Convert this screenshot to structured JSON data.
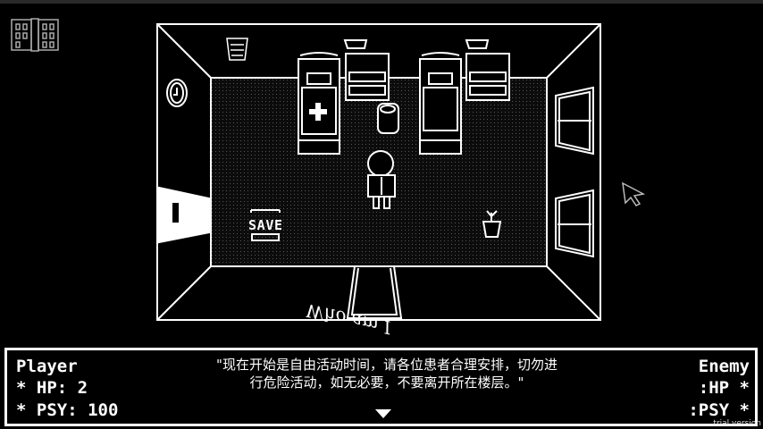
{
  "hud": {
    "menu_icon": "book-grid-icon"
  },
  "room": {
    "floor_text": "Who am I",
    "save_point_label": "SAVE"
  },
  "dialog": {
    "player": {
      "name": "Player",
      "hp": "* HP: 2",
      "psy": "* PSY: 100"
    },
    "enemy": {
      "name": "Enemy",
      "hp": ":HP *",
      "psy": ":PSY *"
    },
    "message_line1": "\"现在开始是自由活动时间，请各位患者合理安排，切勿进",
    "message_line2": "行危险活动，如无必要，不要离开所在楼层。\"",
    "continue_icon": "triangle-down-icon"
  },
  "watermark": "trial version",
  "colors": {
    "fg": "#ffffff",
    "bg": "#000000"
  }
}
